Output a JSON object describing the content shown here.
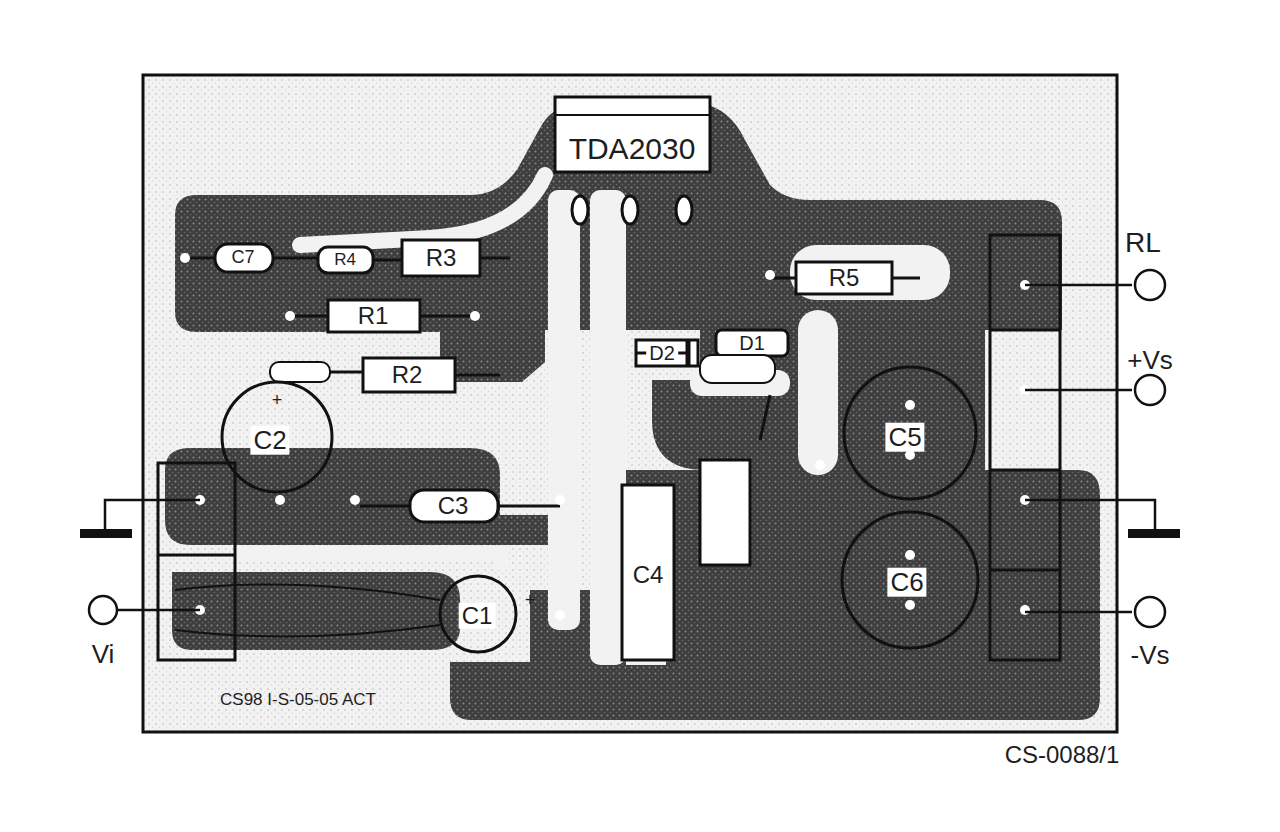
{
  "diagram": {
    "labels": [
      "TDA2030",
      "C7",
      "R4",
      "R3",
      "R1",
      "R2",
      "+",
      "C2",
      "C3",
      "+",
      "C1",
      "D2",
      "D1",
      "R5",
      "C5",
      "C4",
      "C6",
      "RL",
      "+Vs",
      "Vi",
      "-Vs",
      "CS98 I-S-05-05 ACT",
      "CS-0088/1"
    ]
  }
}
